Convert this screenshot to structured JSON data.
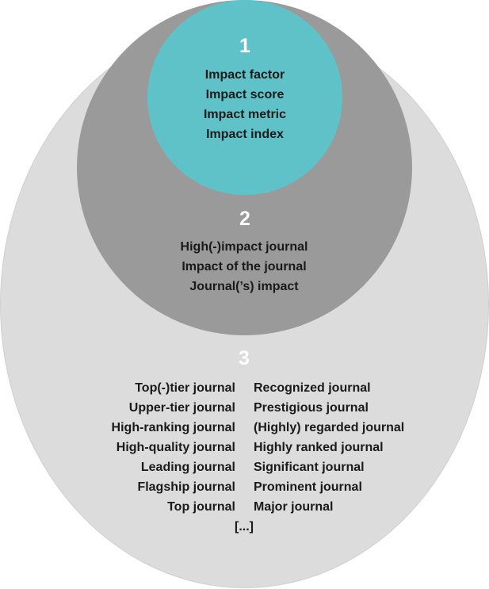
{
  "zone1": {
    "number": "1",
    "terms": [
      "Impact factor",
      "Impact score",
      "Impact metric",
      "Impact index"
    ]
  },
  "zone2": {
    "number": "2",
    "terms": [
      "High(-)impact journal",
      "Impact of the journal",
      "Journal(’s) impact"
    ]
  },
  "zone3": {
    "number": "3",
    "left_terms": [
      "Top(-)tier journal",
      "Upper-tier journal",
      "High-ranking journal",
      "High-quality journal",
      "Leading journal",
      "Flagship journal",
      "Top journal"
    ],
    "right_terms": [
      "Recognized journal",
      "Prestigious journal",
      "(Highly) regarded journal",
      "Highly ranked journal",
      "Significant journal",
      "Prominent journal",
      "Major journal"
    ],
    "ellipsis": "[...]"
  },
  "colors": {
    "outer": "#dcdcdc",
    "middle": "#9a9a9a",
    "inner": "#5fc2c9"
  }
}
